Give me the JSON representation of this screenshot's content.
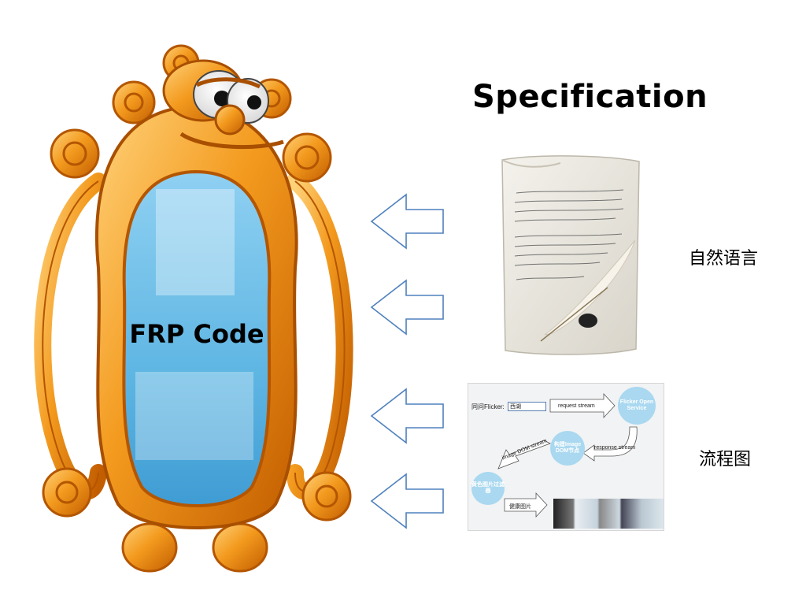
{
  "title": "Specification",
  "mirror": {
    "code_label": "FRP Code"
  },
  "labels": {
    "natural_language": "自然语言",
    "flowchart": "流程图"
  },
  "flowchart": {
    "input_label": "同问Flicker:",
    "input_value": "西湖",
    "request_stream": "request stream",
    "flicker_open_service": "Flicker Open Service",
    "build_image_dom": "构建Image DOM节点",
    "response_stream": "response stream",
    "image_dom_stream": "image DOM stream",
    "yellow_filter": "黄色图片过滤器",
    "healthy_images": "健康图片"
  },
  "colors": {
    "arrow_stroke": "#4f81bd",
    "mirror_frame": "#f39a1e",
    "mirror_glass": "#6bbde6",
    "flow_circle": "#a9d8f0"
  },
  "icons": [
    "hollow-left-arrow-icon",
    "mirror-character",
    "scroll-quill-image"
  ]
}
